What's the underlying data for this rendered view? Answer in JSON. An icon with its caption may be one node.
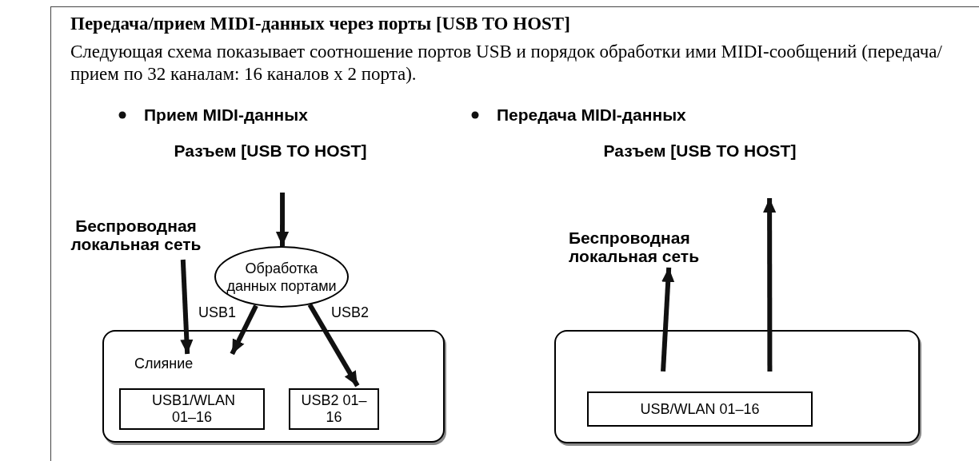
{
  "diagram": {
    "title": "Передача/прием MIDI-данных через порты [USB TO HOST]",
    "nodes": [
      {
        "text": [
          "Разъем [USB TO HOST]"
        ]
      },
      {
        "text": [
          "Беспроводная локальная сеть"
        ]
      },
      {
        "text": [
          "Обработка данных портами"
        ]
      },
      {
        "text": [],
        "shape": "box"
      },
      {
        "text": [
          "Слияние"
        ],
        "in": 3
      },
      {
        "text": [
          "USB1/WLAN 01–16"
        ],
        "in": 3
      },
      {
        "text": [
          "USB2 01–16"
        ],
        "in": 3
      },
      {
        "text": [
          "Разъем [USB TO HOST]"
        ]
      },
      {
        "text": [
          "Беспроводная локальная сеть"
        ]
      },
      {
        "text": [],
        "shape": "box"
      },
      {
        "text": [
          "USB/WLAN 01–16"
        ],
        "in": 9
      }
    ],
    "edges": [
      {
        "from": 0,
        "to": 2,
        "arrow": "to"
      },
      {
        "from": 1,
        "to": 4,
        "arrow": "to"
      },
      {
        "from": 2,
        "to": 4,
        "arrow": "to",
        "label": "USB1"
      },
      {
        "from": 2,
        "to": 6,
        "arrow": "to",
        "label": "USB2"
      },
      {
        "from": 10,
        "to": 8,
        "arrow": "to"
      },
      {
        "from": 10,
        "to": 7,
        "arrow": "to"
      }
    ],
    "labels": [
      "Следующая схема показывает соотношение портов USB и порядок обработки ими MIDI-сообщений (передача/прием по 32 каналам: 16 каналов x 2 порта).",
      "Прием MIDI-данных",
      "Передача MIDI-данных"
    ]
  }
}
